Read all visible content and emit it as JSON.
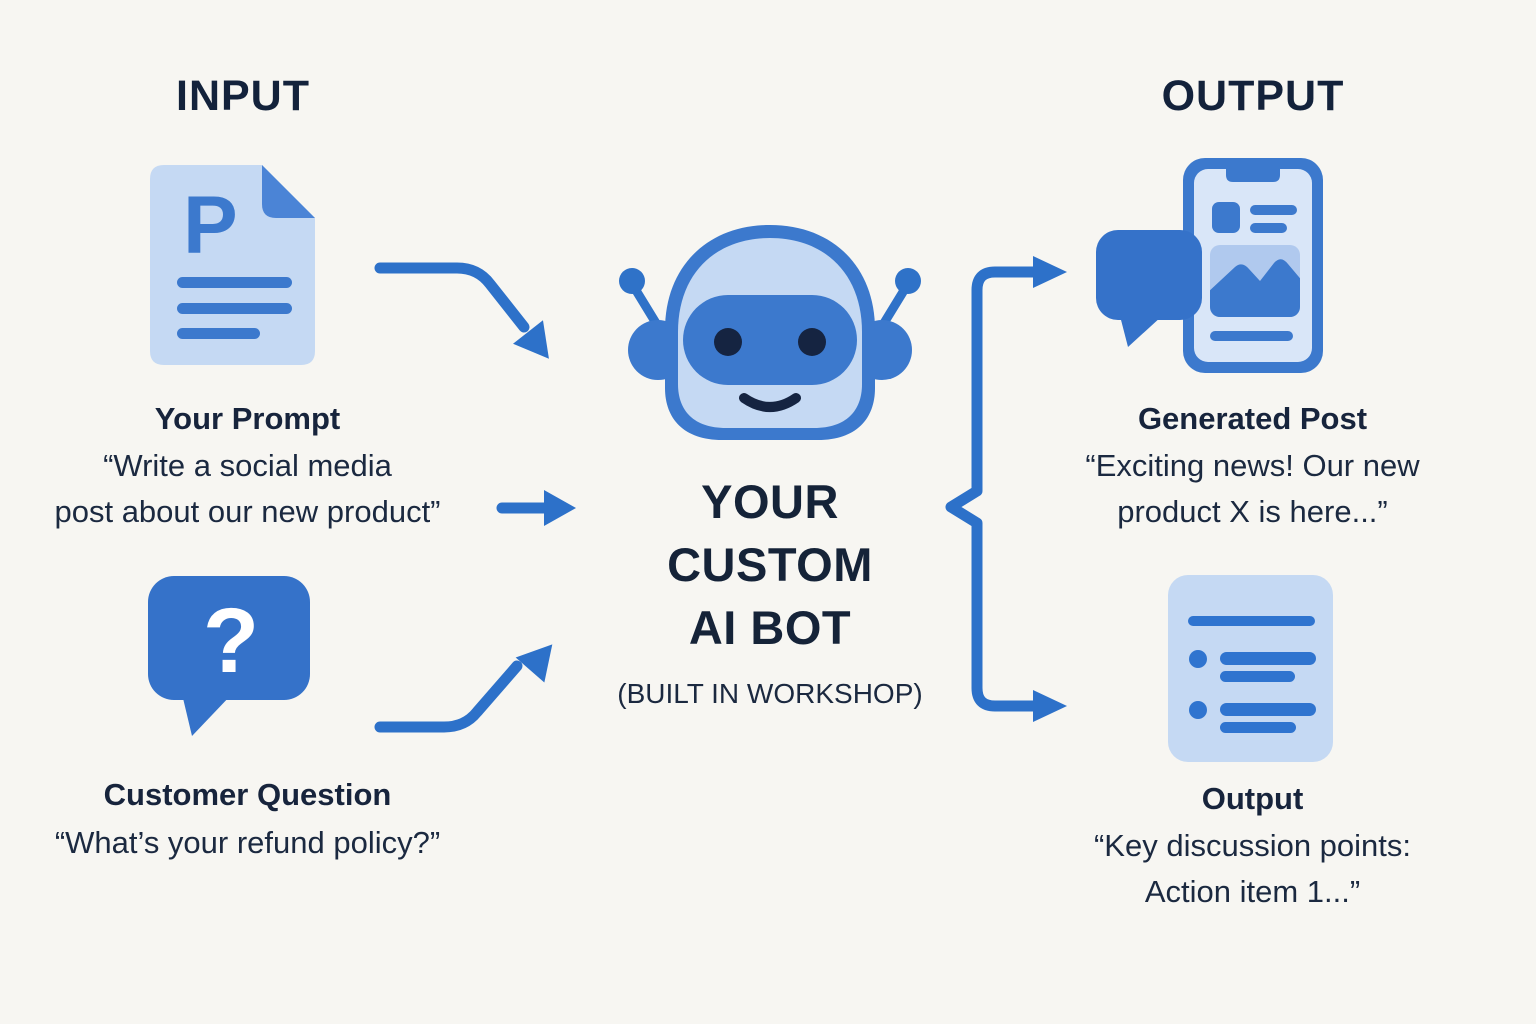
{
  "diagram": {
    "input_section": {
      "heading": "INPUT",
      "prompt": {
        "label": "Your Prompt",
        "quote_line1": "“Write a social media",
        "quote_line2": "post about our new product”",
        "icon": "prompt-document-icon",
        "icon_letter": "P"
      },
      "question": {
        "label": "Customer Question",
        "quote": "“What’s your refund policy?”",
        "icon": "question-bubble-icon",
        "icon_glyph": "?"
      }
    },
    "bot": {
      "title_lines": [
        "YOUR",
        "CUSTOM",
        "AI BOT"
      ],
      "subtitle": "(BUILT IN WORKSHOP)",
      "icon": "robot-icon"
    },
    "output_section": {
      "heading": "OUTPUT",
      "generated_post": {
        "label": "Generated Post",
        "quote_line1": "“Exciting news! Our new",
        "quote_line2": "product X is here...”",
        "icon": "phone-post-icon"
      },
      "output_item": {
        "label": "Output",
        "quote_line1": "“Key discussion points:",
        "quote_line2": "Action item 1...”",
        "icon": "bullet-list-icon"
      }
    },
    "connectors": [
      "arrow-prompt-to-bot",
      "arrow-prompt-quote-to-bot",
      "arrow-question-to-bot",
      "brace-bot-to-outputs"
    ]
  },
  "colors": {
    "background": "#f7f6f2",
    "text_navy": "#17243c",
    "medium_blue": "#3c79cd",
    "deep_blue": "#3572c9",
    "light_blue": "#c5d9f3",
    "screen_blue": "#d9e6f8",
    "image_placeholder_blue": "#b0c9ee",
    "arrow_blue": "#2d71c9",
    "eye_navy": "#152441",
    "white": "#ffffff"
  }
}
